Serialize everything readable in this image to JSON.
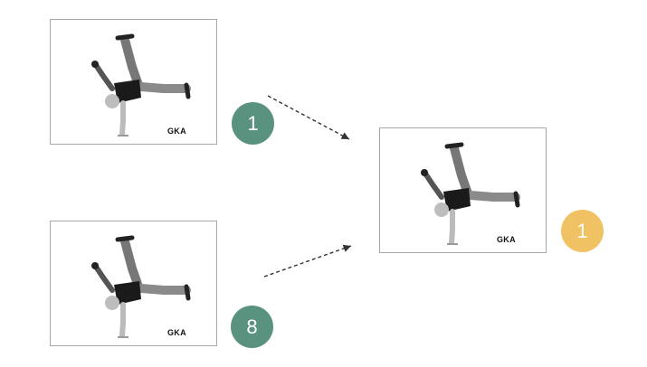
{
  "colors": {
    "input_badge": "#5a9280",
    "output_badge": "#f1c264",
    "frame_border": "#a8a8a8",
    "arrow": "#333333"
  },
  "frames": [
    {
      "label": "GKA",
      "badge": "1"
    },
    {
      "label": "GKA",
      "badge": "8"
    },
    {
      "label": "GKA",
      "badge": "1"
    }
  ],
  "icons": [
    "handstand-figure-icon",
    "dashed-arrow-icon"
  ]
}
